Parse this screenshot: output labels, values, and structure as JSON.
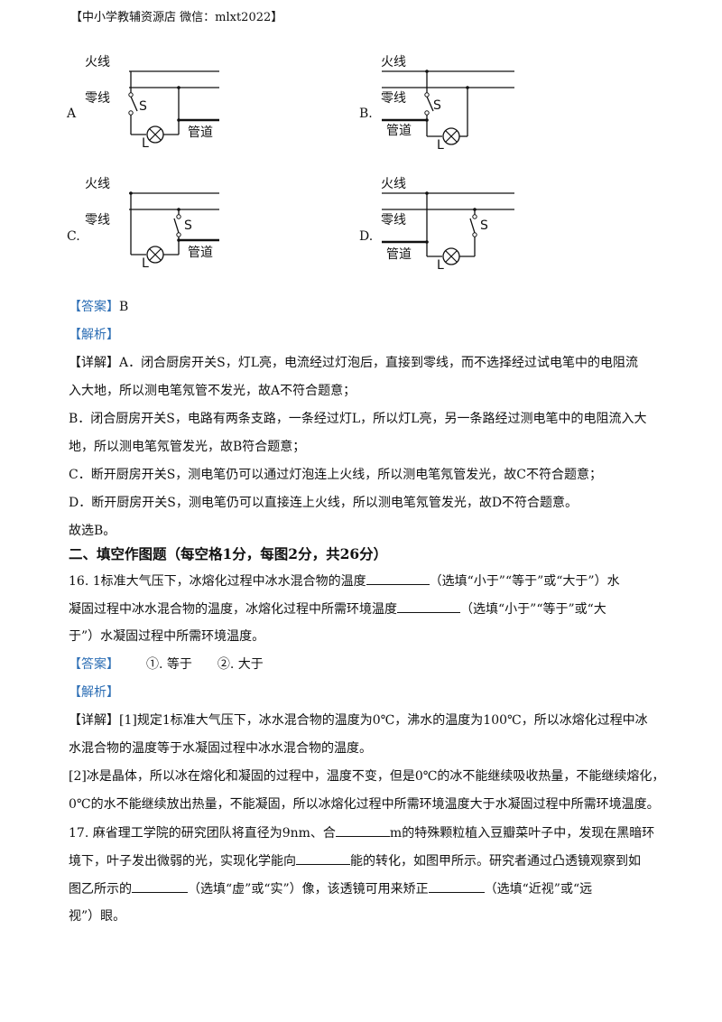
{
  "header": "【中小学教辅资源店 微信：mlxt2022】",
  "options": [
    {
      "label": "A",
      "live": "火线",
      "neutral": "零线",
      "pipe": "管道",
      "switch": "S",
      "lamp": "L"
    },
    {
      "label": "B.",
      "live": "火线",
      "neutral": "零线",
      "pipe": "管道",
      "switch": "S",
      "lamp": "L"
    },
    {
      "label": "C.",
      "live": "火线",
      "neutral": "零线",
      "pipe": "管道",
      "switch": "S",
      "lamp": "L"
    },
    {
      "label": "D.",
      "live": "火线",
      "neutral": "零线",
      "pipe": "管道",
      "switch": "S",
      "lamp": "L"
    }
  ],
  "q15": {
    "answer_tag": "【答案】",
    "answer": "B",
    "analysis_tag": "【解析】",
    "detail_tag": "【详解】",
    "lines": [
      "A．闭合厨房开关S，灯L亮，电流经过灯泡后，直接到零线，而不选择经过试电笔中的电阻流",
      "入大地，所以测电笔氖管不发光，故A不符合题意；",
      "B．闭合厨房开关S，电路有两条支路，一条经过灯L，所以灯L亮，另一条路经过测电笔中的电阻流入大",
      "地，所以测电笔氖管发光，故B符合题意；",
      "C．断开厨房开关S，测电笔仍可以通过灯泡连上火线，所以测电笔氖管发光，故C不符合题意；",
      "D．断开厨房开关S，测电笔仍可以直接连上火线，所以测电笔氖管发光，故D不符合题意。",
      "故选B。"
    ]
  },
  "section2_title": "二、填空作图题（每空格1分，每图2分，共26分）",
  "q16": {
    "l1a": "16. 1标准大气压下，冰熔化过程中冰水混合物的温度",
    "l1b": "（选填“小于”“等于”或“大于”）水",
    "l2a": "凝固过程中冰水混合物的温度，冰熔化过程中所需环境温度",
    "l2b": "（选填“小于”“等于”或“大",
    "l3": "于”）水凝固过程中所需环境温度。",
    "answer_tag": "【答案】",
    "ans1": "①. 等于",
    "ans2": "②. 大于",
    "analysis_tag": "【解析】",
    "detail_tag": "【详解】",
    "d1": "[1]规定1标准大气压下，冰水混合物的温度为0℃，沸水的温度为100℃，所以冰熔化过程中冰",
    "d2": "水混合物的温度等于水凝固过程中冰水混合物的温度。",
    "d3": "[2]冰是晶体，所以冰在熔化和凝固的过程中，温度不变，但是0℃的冰不能继续吸收热量，不能继续熔化，",
    "d4": "0℃的水不能继续放出热量，不能凝固，所以冰熔化过程中所需环境温度大于水凝固过程中所需环境温度。"
  },
  "q17": {
    "l1a": "17. 麻省理工学院的研究团队将直径为9nm、合",
    "l1b": "m的特殊颗粒植入豆瓣菜叶子中，发现在黑暗环",
    "l2a": "境下，叶子发出微弱的光，实现化学能向",
    "l2b": "能的转化，如图甲所示。研究者通过凸透镜观察到如",
    "l3a": "图乙所示的",
    "l3b": "（选填“虚”或“实”）像，该透镜可用来矫正",
    "l3c": "（选填“近视”或“远",
    "l4": "视”）眼。"
  }
}
